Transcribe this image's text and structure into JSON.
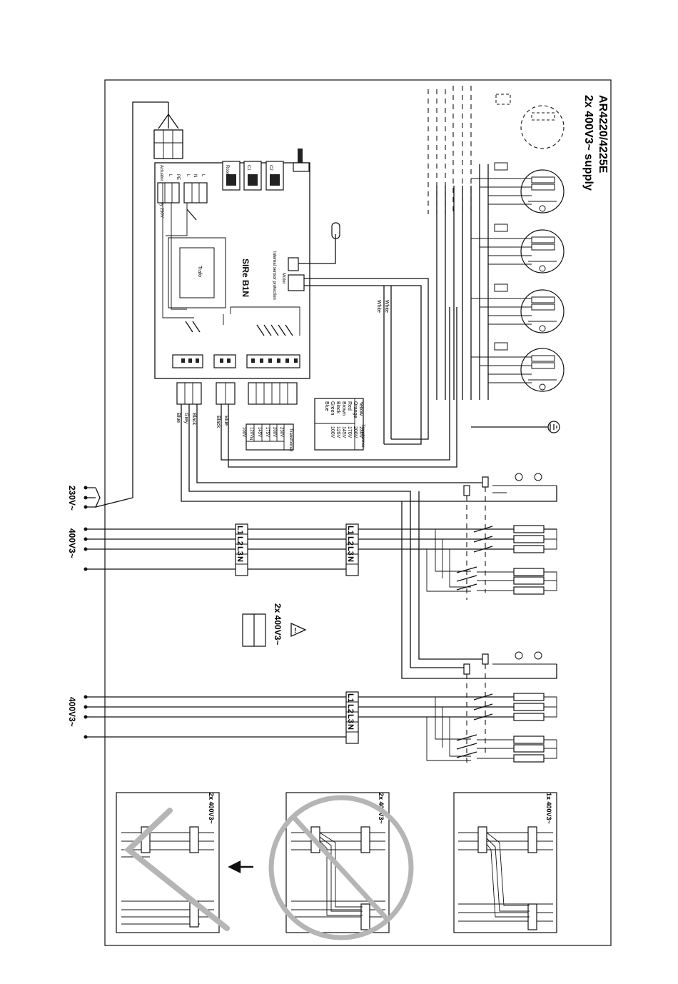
{
  "diagram": {
    "model": "AR4220/4225E",
    "supply": "2x 400V3~ supply",
    "controller": "SIRe B1N",
    "trafo": "Trafo",
    "actuator_label": "Actuator 230V  Supply 230V",
    "terminals_top": [
      "L",
      "PE",
      "L",
      "N",
      "L"
    ],
    "ports": [
      "Room",
      "C1",
      "C2"
    ],
    "internal_sensor": "Internal sensor protection",
    "motor": "Motor",
    "white_1": "White",
    "white_2": "White",
    "transformer_colors": [
      "Yellow",
      "Orange",
      "Red",
      "Brown",
      "Black",
      "Green",
      "Blue"
    ],
    "transformer_voltages": [
      "230V",
      "200V",
      "170V",
      "145V",
      "125V",
      "100V"
    ],
    "transformer_title": "Transformer",
    "out_transformer_values": [
      "230V",
      "200V",
      "175V",
      "145V",
      "120V",
      "100V"
    ],
    "out_n": "N",
    "wire_colors_supply": [
      "Black",
      "Grey",
      "Blue"
    ],
    "wire_colors_fan": [
      "Blue",
      "Black"
    ],
    "supply_230": "230V~",
    "supply_400_1": "400V3~",
    "supply_400_2": "400V3~",
    "terminal_labels": [
      "L1",
      "L2",
      "L3",
      "N"
    ],
    "warning_label": "2x 400V3~",
    "panels": [
      {
        "title": "2x 400V3~"
      },
      {
        "title": "2x 400V3~"
      },
      {
        "title": "1x 400V3~"
      }
    ]
  }
}
